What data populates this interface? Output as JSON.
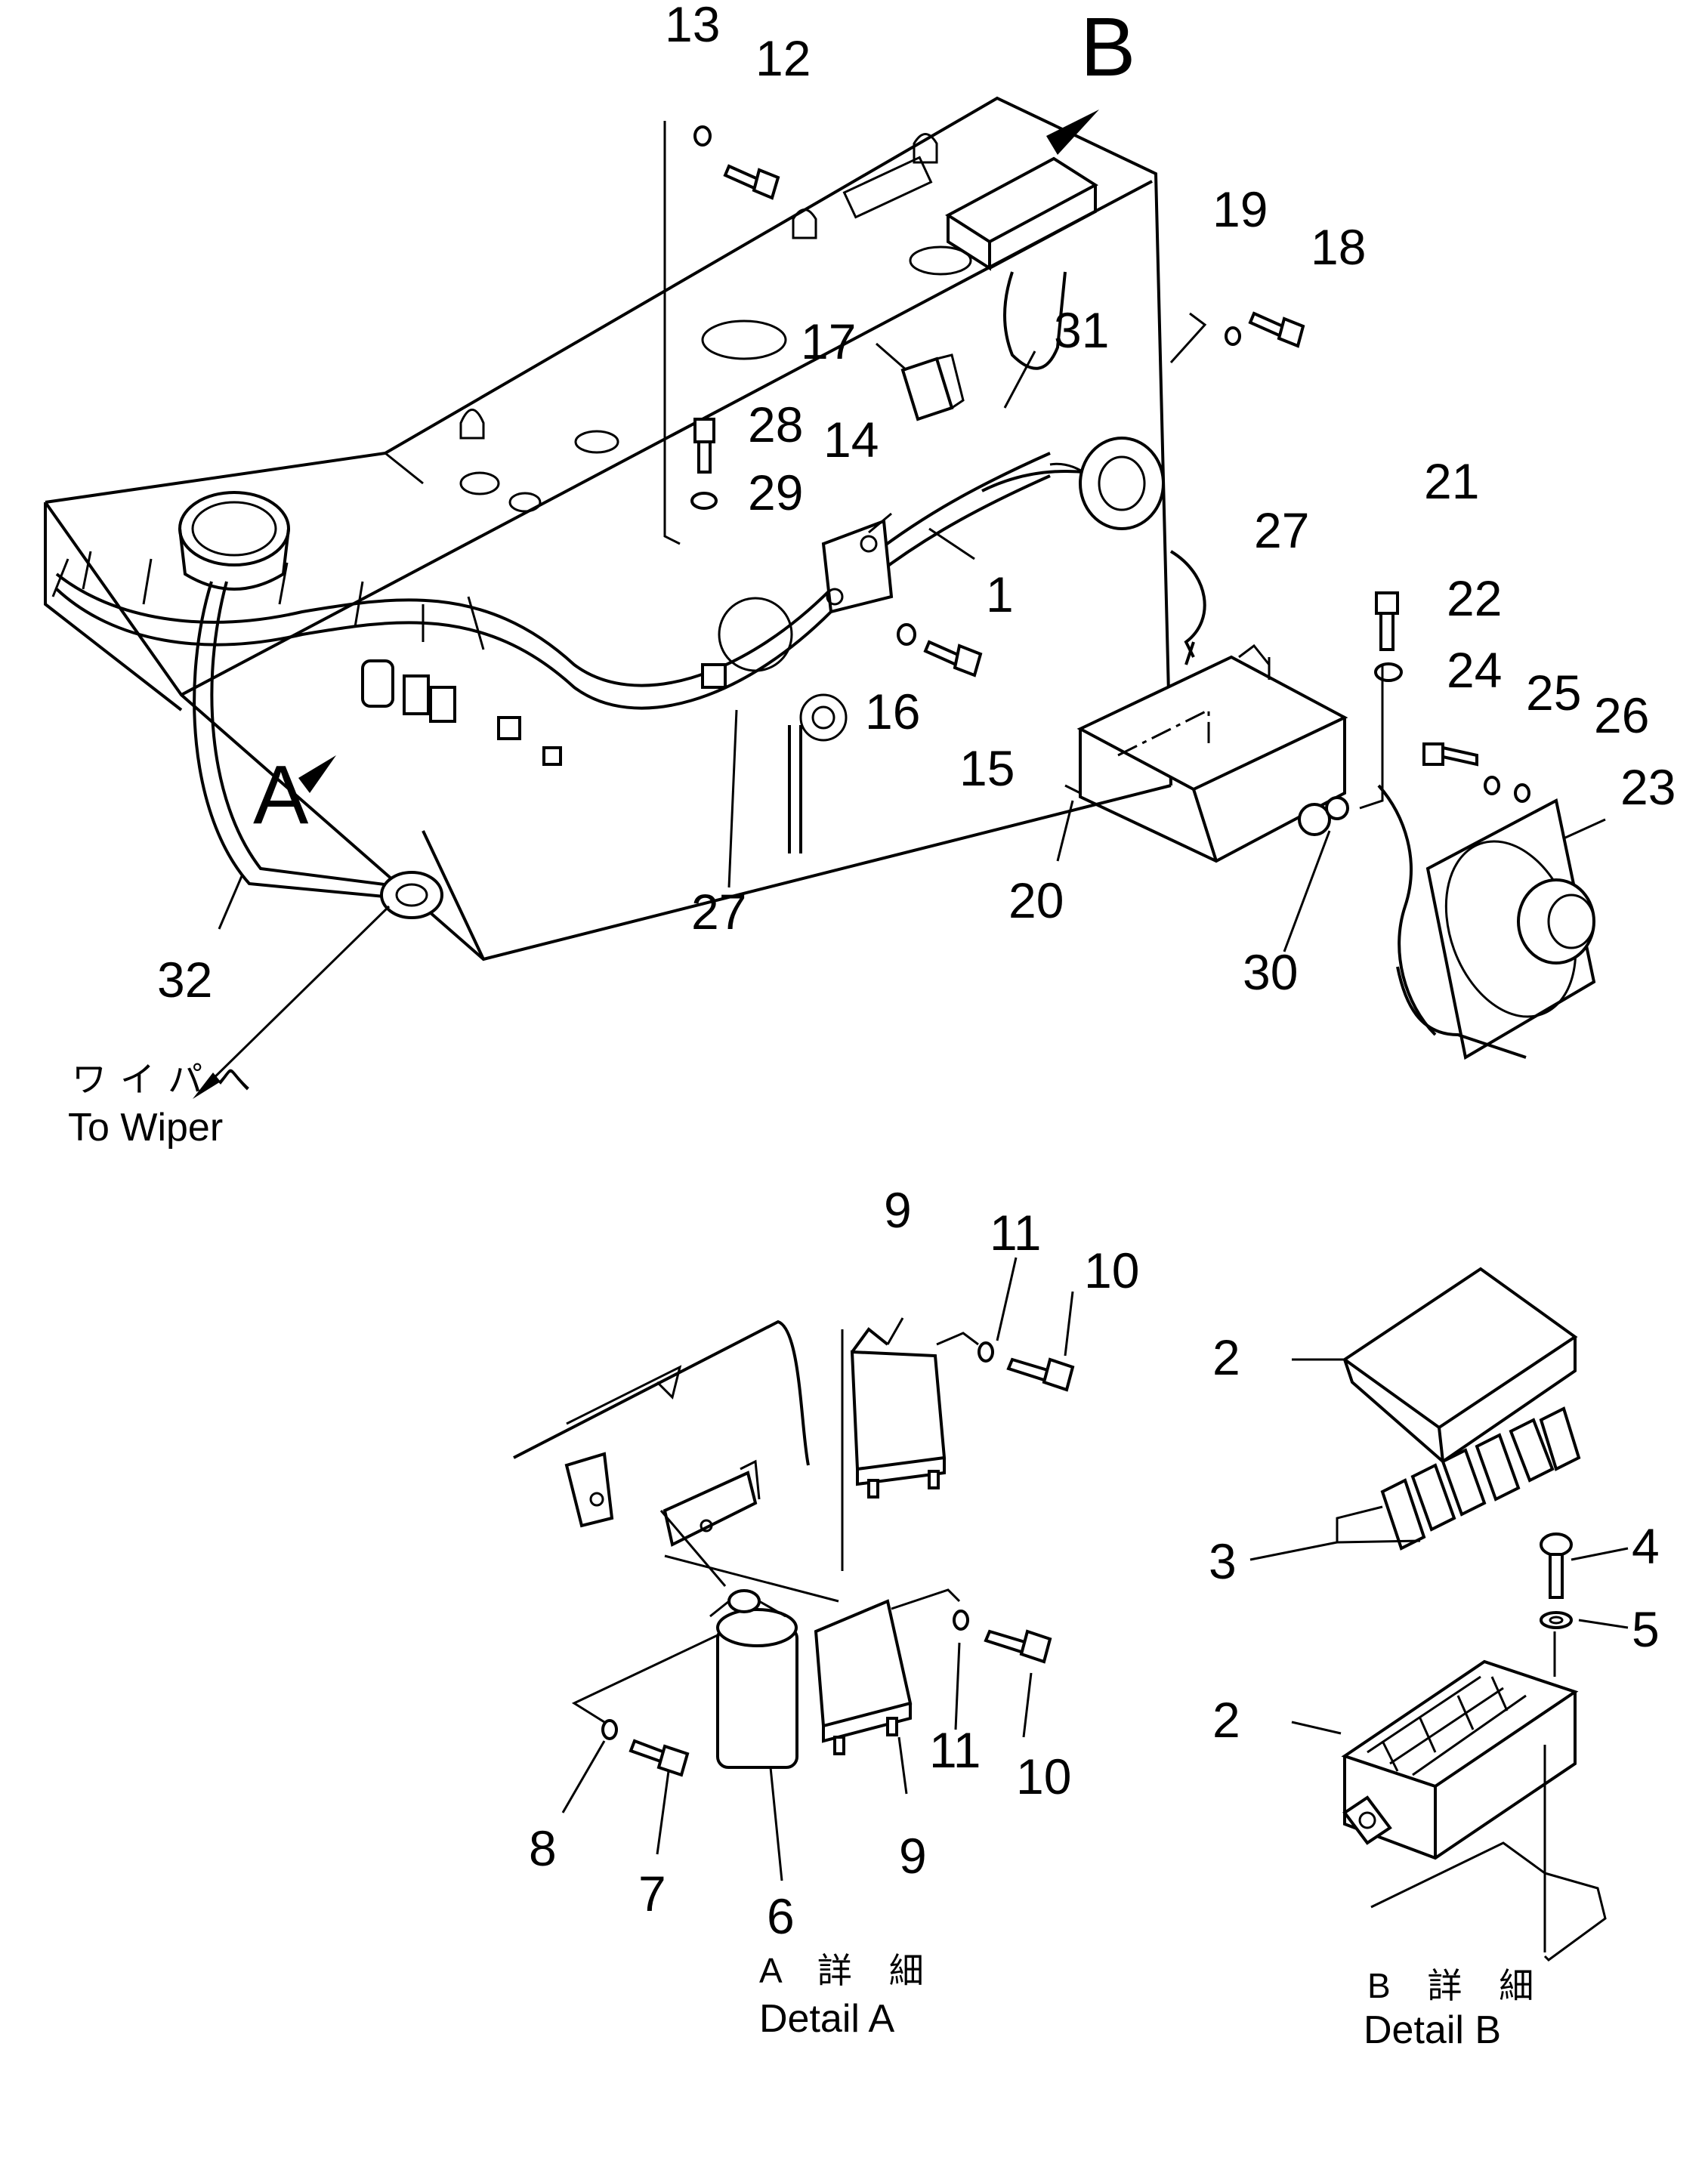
{
  "callouts": {
    "c1": "1",
    "c2a": "2",
    "c2b": "2",
    "c3": "3",
    "c4": "4",
    "c5": "5",
    "c6": "6",
    "c7": "7",
    "c8": "8",
    "c9a": "9",
    "c9b": "9",
    "c10a": "10",
    "c10b": "10",
    "c11a": "11",
    "c11b": "11",
    "c12": "12",
    "c13": "13",
    "c14": "14",
    "c15": "15",
    "c16": "16",
    "c17": "17",
    "c18": "18",
    "c19": "19",
    "c20": "20",
    "c21": "21",
    "c22": "22",
    "c23": "23",
    "c24": "24",
    "c25": "25",
    "c26": "26",
    "c27a": "27",
    "c27b": "27",
    "c28": "28",
    "c29": "29",
    "c30": "30",
    "c31": "31",
    "c32": "32"
  },
  "view_markers": {
    "a": "A",
    "b": "B"
  },
  "wiper_note": {
    "jp": "ワイパへ",
    "en": "To Wiper"
  },
  "detail_a": {
    "jp": "A 詳 細",
    "en": "Detail A"
  },
  "detail_b": {
    "jp": "B 詳 細",
    "en": "Detail B"
  }
}
